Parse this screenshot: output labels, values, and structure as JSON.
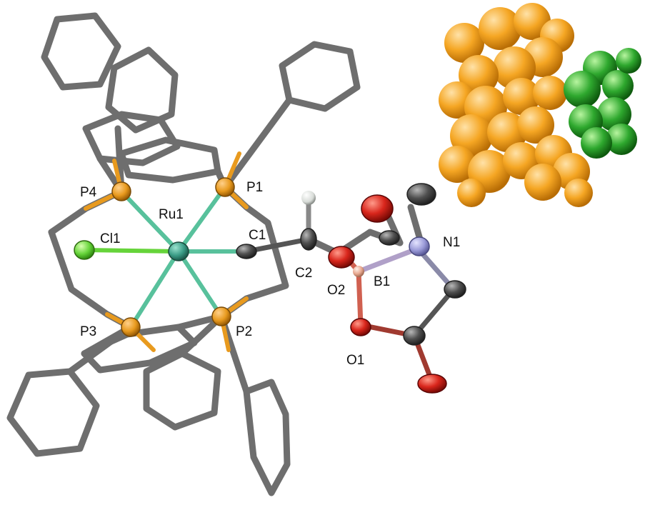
{
  "figure": {
    "atom_labels": {
      "ru1": "Ru1",
      "p1": "P1",
      "p2": "P2",
      "p3": "P3",
      "p4": "P4",
      "cl1": "Cl1",
      "c1": "C1",
      "c2": "C2",
      "o1": "O1",
      "o2": "O2",
      "b1": "B1",
      "n1": "N1"
    },
    "colors": {
      "carbon_stick": "#6e6e6e",
      "phosphorus": "#e89a1e",
      "ruthenium": "#3a9c86",
      "ruthenium_bond": "#58c19c",
      "chlorine": "#66d43a",
      "oxygen": "#d9261c",
      "nitrogen": "#9a9ad8",
      "boron": "#e8a890",
      "carbon_ellipsoid": "#505050",
      "hydrogen": "#d8dcd8",
      "spacefill_cation": "#f5a623",
      "spacefill_anion": "#2ea82e"
    }
  }
}
